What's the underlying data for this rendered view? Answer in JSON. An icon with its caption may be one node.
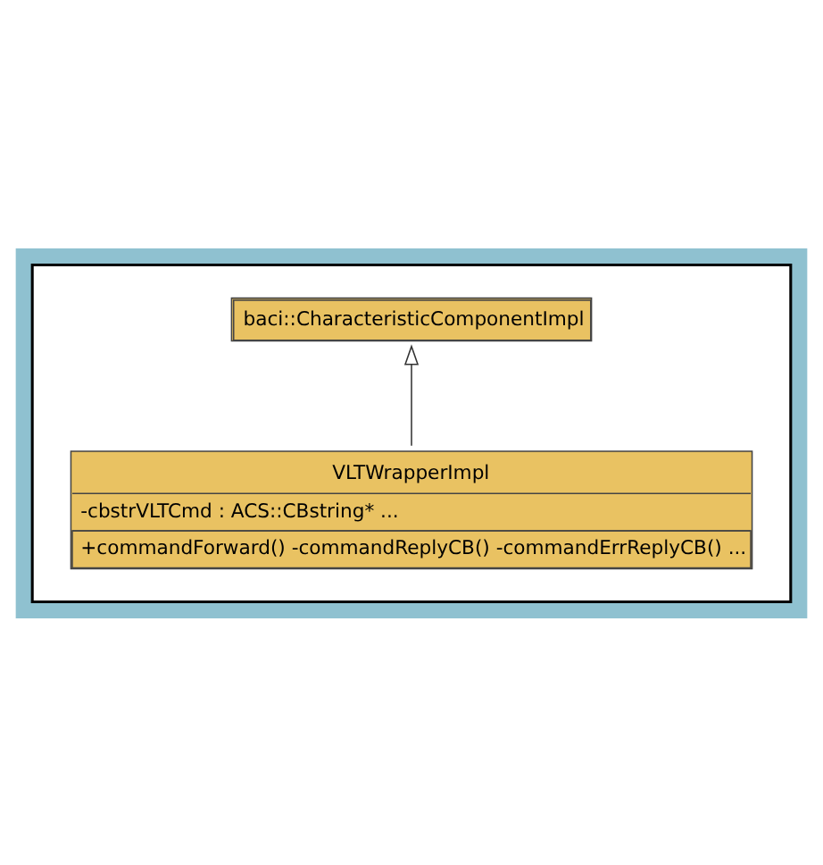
{
  "diagram": {
    "nodes": [
      {
        "text": [],
        "shape": "box"
      },
      {
        "text": [
          "baci::CharacteristicComponentImpl"
        ],
        "in": 0
      },
      {
        "text": [
          "VLTWrapperImpl",
          "-cbstrVLTCmd : ACS::CBstring* ...",
          "+commandForward() -commandReplyCB() -commandErrReplyCB() ..."
        ],
        "in": 0
      }
    ],
    "edges": [
      {
        "from": 2,
        "to": 1,
        "arrow": "to"
      }
    ]
  }
}
